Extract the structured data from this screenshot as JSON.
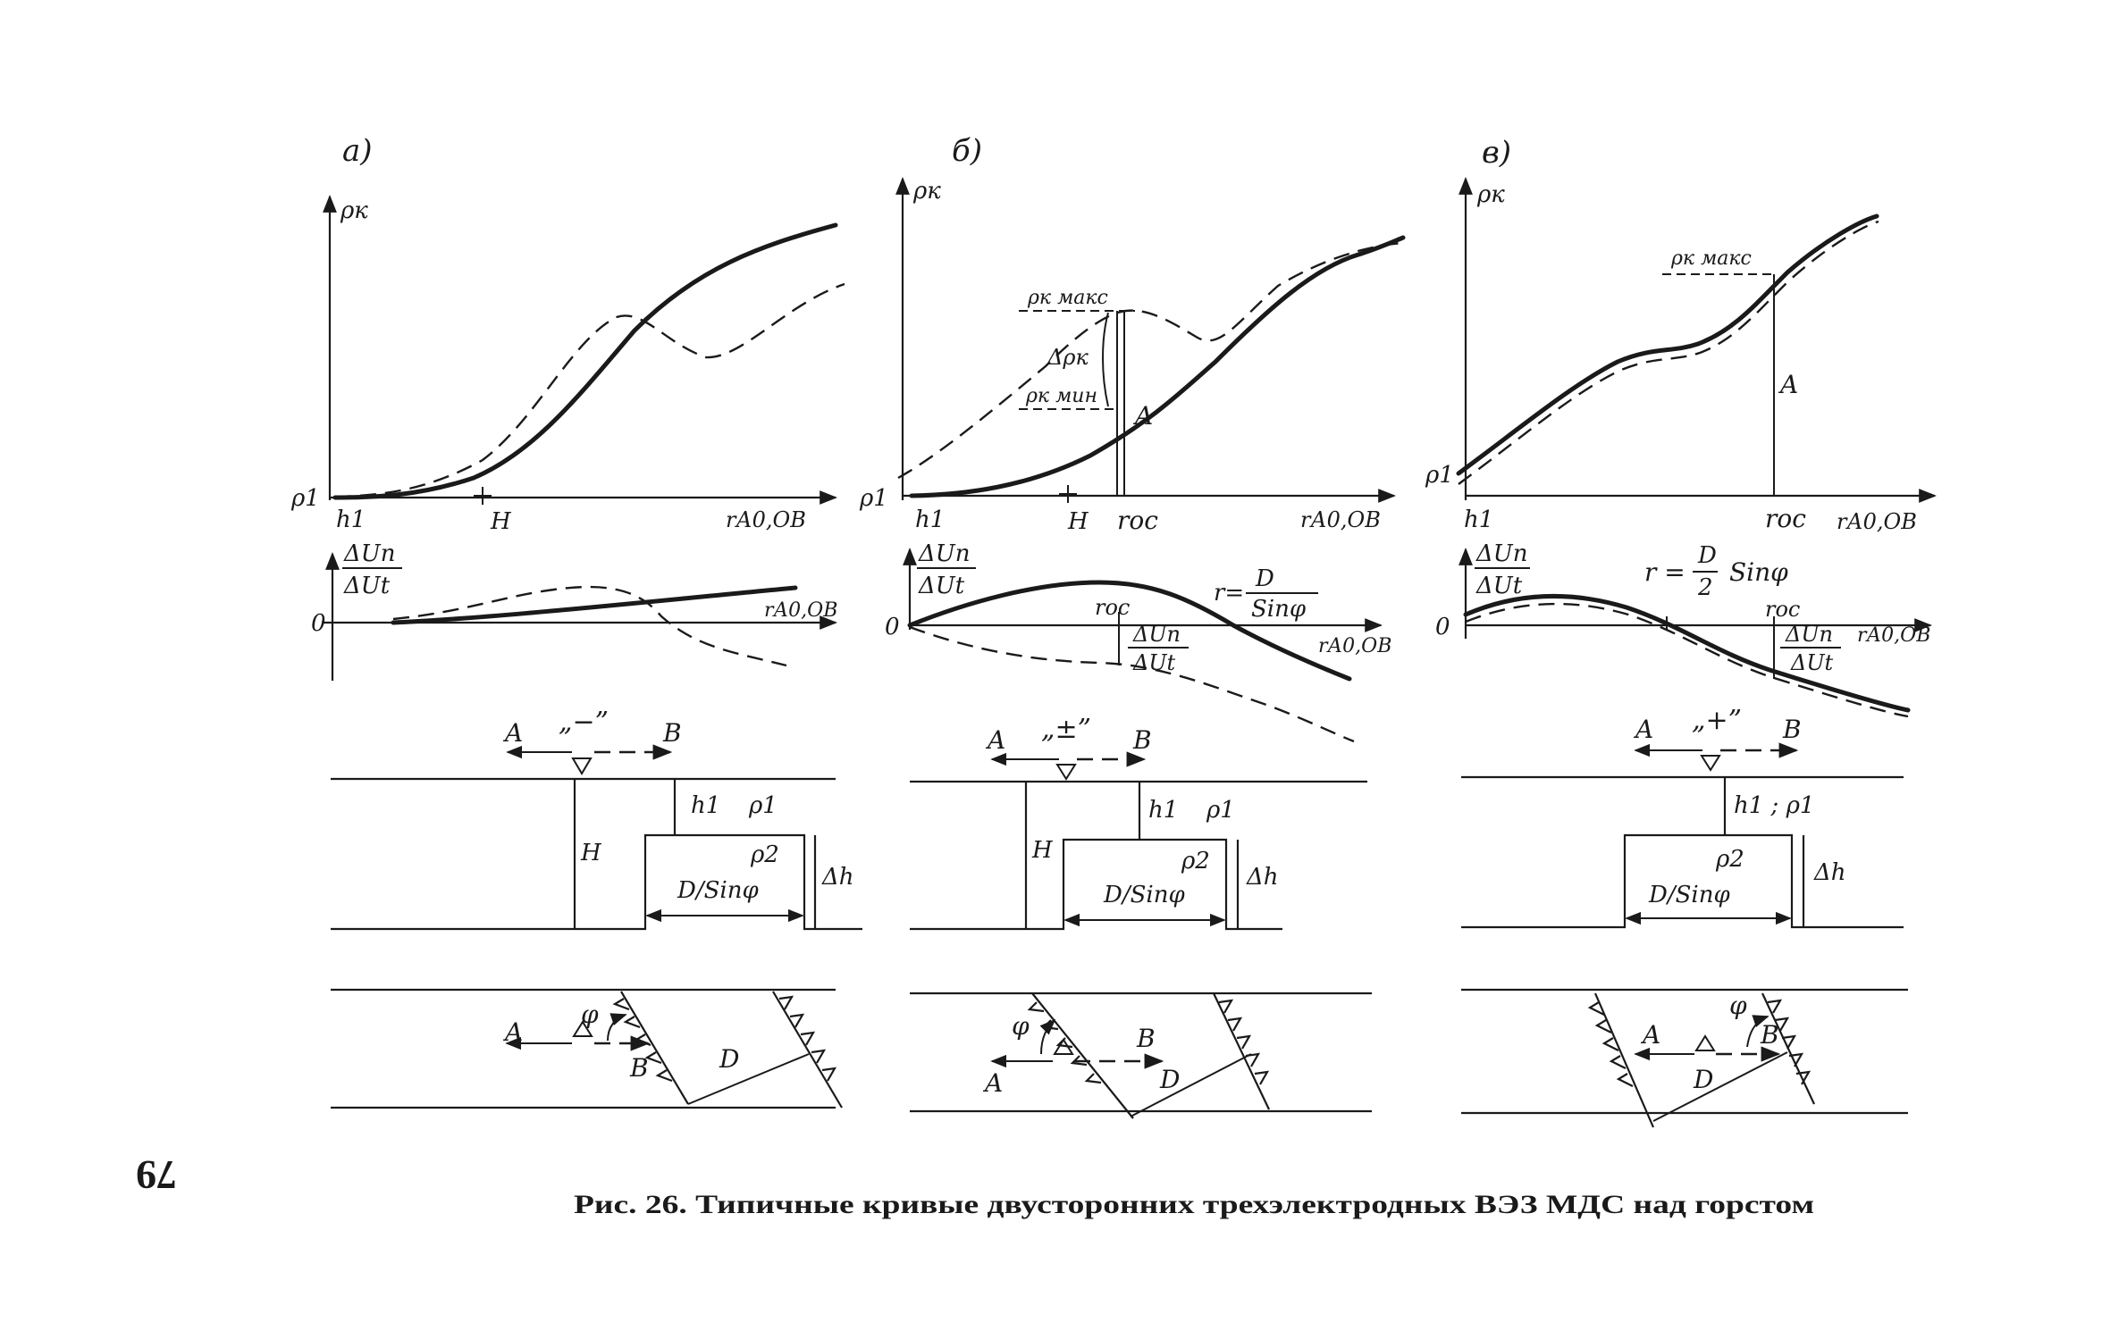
{
  "page_number": "79",
  "caption": "Рис. 26. Типичные кривые двусторонних трехэлектродных ВЭЗ МДС над горстом",
  "panels": {
    "a": {
      "letter": "а)",
      "rho_k": "ρк",
      "rho1": "ρ1",
      "h1": "h1",
      "H": "H",
      "r_axis": "rА0,ОВ",
      "du_top": "ΔUп",
      "du_bot": "ΔUt",
      "zero": "0",
      "sign": "„−”",
      "A": "A",
      "B": "B",
      "sect_h1": "h1",
      "sect_rho1": "ρ1",
      "sect_rho2": "ρ2",
      "sect_dsin": "D/Sinφ",
      "sect_dh": "Δh",
      "sect_H": "H",
      "plan_A": "A",
      "plan_B": "B",
      "plan_phi": "φ",
      "plan_D": "D"
    },
    "b": {
      "letter": "б)",
      "rho_k": "ρк",
      "rho1": "ρ1",
      "h1": "h1",
      "H": "H",
      "r_oc": "rос",
      "r_axis": "rА0,ОВ",
      "rho_max": "ρк макс",
      "rho_min": "ρк мин",
      "delta_rho": "Δρк",
      "A_mark": "A",
      "du_top": "ΔUп",
      "du_bot": "ΔUt",
      "zero": "0",
      "r_oc2": "rос",
      "r_eq_lhs": "r=",
      "r_eq_num": "D",
      "r_eq_den": "Sinφ",
      "r_axis2": "rА0,ОВ",
      "du2_top": "ΔUп",
      "du2_bot": "ΔUt",
      "sign": "„±”",
      "A": "A",
      "B": "B",
      "sect_h1": "h1",
      "sect_rho1": "ρ1",
      "sect_rho2": "ρ2",
      "sect_dsin": "D/Sinφ",
      "sect_dh": "Δh",
      "sect_H": "H",
      "plan_A": "A",
      "plan_B": "B",
      "plan_phi": "φ",
      "plan_D": "D"
    },
    "c": {
      "letter": "в)",
      "rho_k": "ρк",
      "rho1": "ρ1",
      "h1": "h1",
      "r_oc": "rос",
      "r_axis": "rА0,ОВ",
      "rho_max": "ρк макс",
      "A_mark": "A",
      "du_top": "ΔUп",
      "du_bot": "ΔUt",
      "zero": "0",
      "r_eq_lhs": "r =",
      "r_eq_num": "D",
      "r_eq_den": "2",
      "r_eq_rhs": "Sinφ",
      "r_oc2": "rос",
      "r_axis2": "rА0,ОВ",
      "du2_top": "ΔUп",
      "du2_bot": "ΔUt",
      "sign": "„+”",
      "A": "A",
      "B": "B",
      "sect_h1rho1": "h1 ; ρ1",
      "sect_rho2": "ρ2",
      "sect_dsin": "D/Sinφ",
      "sect_dh": "Δh",
      "plan_A": "A",
      "plan_B": "B",
      "plan_phi": "φ",
      "plan_D": "D"
    }
  }
}
